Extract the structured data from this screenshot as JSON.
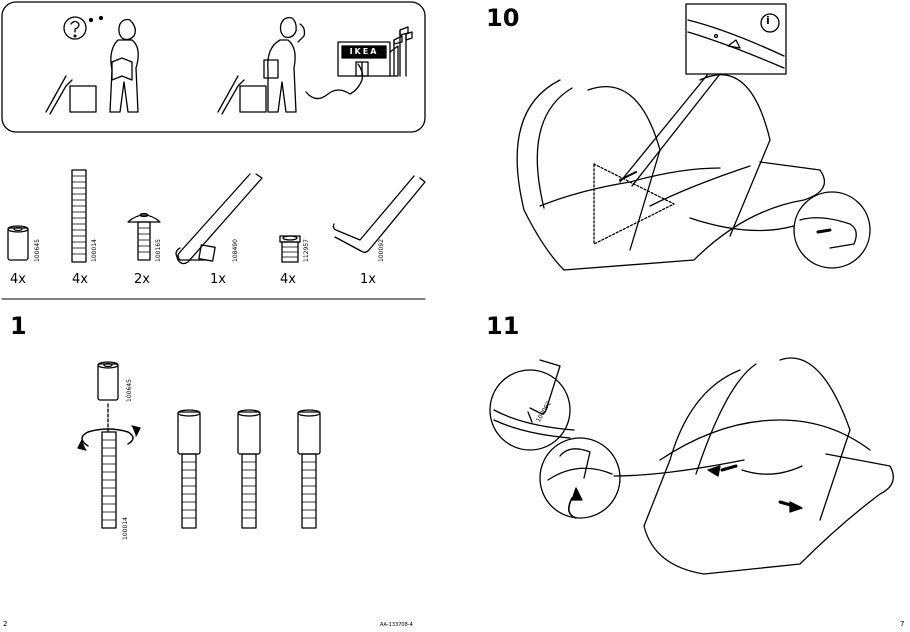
{
  "help_panel": {
    "store_sign": "IKEA"
  },
  "parts": [
    {
      "code": "100645",
      "qty": "4x"
    },
    {
      "code": "100014",
      "qty": "4x"
    },
    {
      "code": "100165",
      "qty": "2x"
    },
    {
      "code": "108490",
      "qty": "1x"
    },
    {
      "code": "112957",
      "qty": "4x"
    },
    {
      "code": "100092",
      "qty": "1x"
    }
  ],
  "step1": {
    "number": "1",
    "code_nut": "100645",
    "code_bolt": "100014"
  },
  "step10": {
    "number": "10",
    "info_icon": "i"
  },
  "step11": {
    "number": "11",
    "code_key": "100092"
  },
  "footer": {
    "page_left": "2",
    "doc_id": "AA-133708-4",
    "page_right": "7"
  }
}
